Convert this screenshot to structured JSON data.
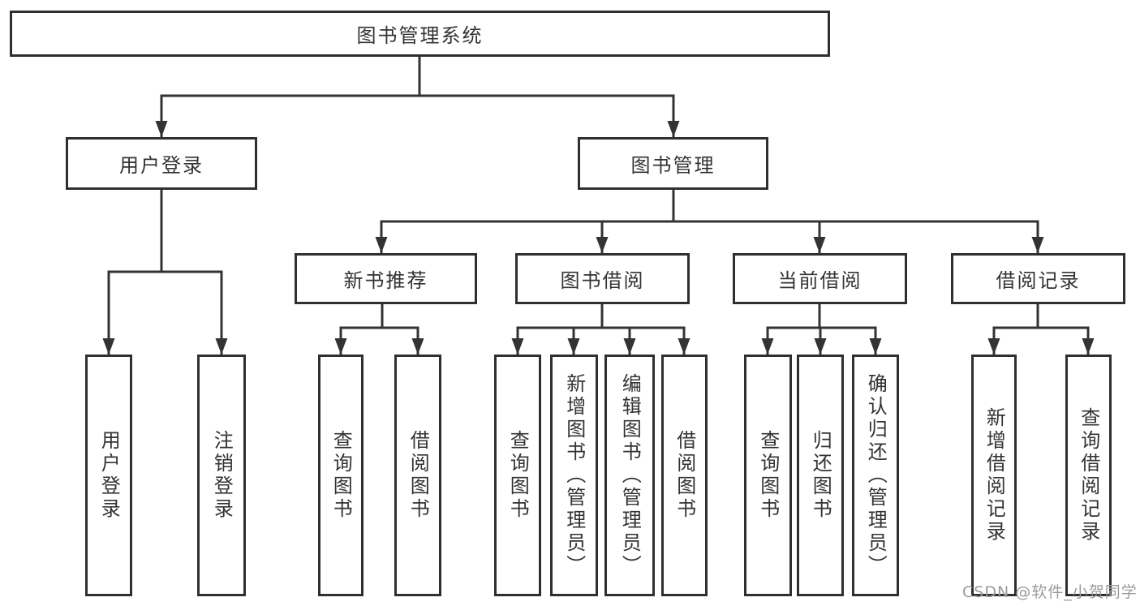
{
  "watermark": {
    "text": "CSDN @软件_小贺同学",
    "color": "#9b9b9b"
  },
  "colors": {
    "line": "#333333",
    "box_border": "#2f2f2f",
    "text": "#333333",
    "background": "#ffffff"
  },
  "tree": {
    "label": "图书管理系统",
    "children": [
      {
        "label": "用户登录",
        "children": [
          {
            "label": "用户登录"
          },
          {
            "label": "注销登录"
          }
        ]
      },
      {
        "label": "图书管理",
        "children": [
          {
            "label": "新书推荐",
            "children": [
              {
                "label": "查询图书"
              },
              {
                "label": "借阅图书"
              }
            ]
          },
          {
            "label": "图书借阅",
            "children": [
              {
                "label": "查询图书"
              },
              {
                "label": "新增图书（管理员）"
              },
              {
                "label": "编辑图书（管理员）"
              },
              {
                "label": "借阅图书"
              }
            ]
          },
          {
            "label": "当前借阅",
            "children": [
              {
                "label": "查询图书"
              },
              {
                "label": "归还图书"
              },
              {
                "label": "确认归还（管理员）"
              }
            ]
          },
          {
            "label": "借阅记录",
            "children": [
              {
                "label": "新增借阅记录"
              },
              {
                "label": "查询借阅记录"
              }
            ]
          }
        ]
      }
    ]
  }
}
